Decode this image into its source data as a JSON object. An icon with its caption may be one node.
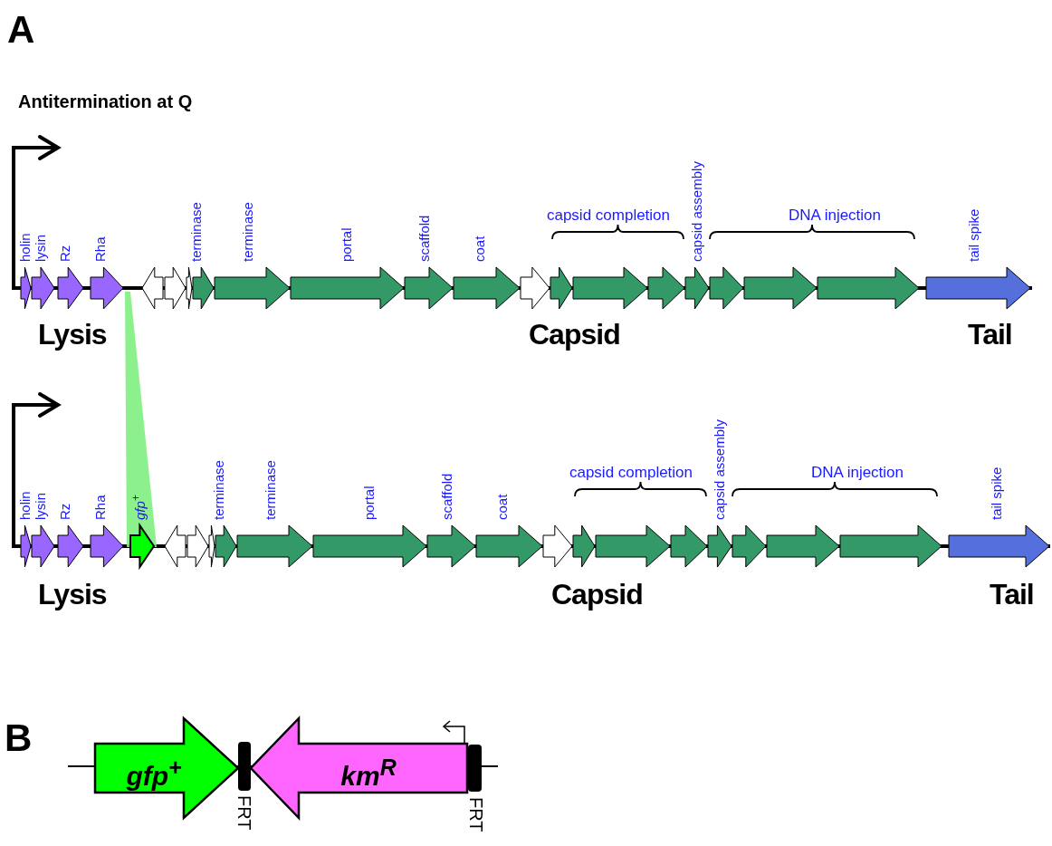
{
  "diagram": {
    "nodes": [
      {
        "text": [],
        "shape": "pentagon",
        "beside": [
          "holin"
        ]
      },
      {
        "text": [],
        "shape": "pentagon",
        "beside": [
          "lysin"
        ]
      },
      {
        "text": [],
        "shape": "pentagon",
        "beside": [
          "Rz"
        ]
      },
      {
        "text": [],
        "shape": "pentagon",
        "beside": [
          "Rha"
        ]
      },
      {
        "text": [],
        "shape": "pentagon"
      },
      {
        "text": [],
        "shape": "pentagon"
      },
      {
        "text": [],
        "shape": "pentagon"
      },
      {
        "text": [],
        "shape": "pentagon",
        "beside": [
          "terminase"
        ]
      },
      {
        "text": [],
        "shape": "pentagon",
        "beside": [
          "terminase"
        ]
      },
      {
        "text": [],
        "shape": "pentagon",
        "beside": [
          "portal"
        ]
      },
      {
        "text": [],
        "shape": "pentagon",
        "beside": [
          "scaffold"
        ]
      },
      {
        "text": [],
        "shape": "pentagon",
        "beside": [
          "coat"
        ]
      },
      {
        "text": [],
        "shape": "pentagon"
      },
      {
        "text": [],
        "shape": "pentagon"
      },
      {
        "text": [],
        "shape": "pentagon"
      },
      {
        "text": [],
        "shape": "pentagon"
      },
      {
        "text": [],
        "shape": "pentagon",
        "beside": [
          "capsid assembly"
        ]
      },
      {
        "text": [],
        "shape": "pentagon"
      },
      {
        "text": [],
        "shape": "pentagon"
      },
      {
        "text": [],
        "shape": "pentagon"
      },
      {
        "text": [],
        "shape": "pentagon",
        "beside": [
          "tail spike"
        ]
      },
      {
        "text": [],
        "shape": "pentagon",
        "beside": [
          "holin"
        ]
      },
      {
        "text": [],
        "shape": "pentagon",
        "beside": [
          "lysin"
        ]
      },
      {
        "text": [],
        "shape": "pentagon",
        "beside": [
          "Rz"
        ]
      },
      {
        "text": [],
        "shape": "pentagon",
        "beside": [
          "Rha"
        ]
      },
      {
        "text": [],
        "shape": "pentagon",
        "beside": [
          "gfp$^{+}$"
        ]
      },
      {
        "text": [],
        "shape": "pentagon"
      },
      {
        "text": [],
        "shape": "pentagon"
      },
      {
        "text": [],
        "shape": "pentagon"
      },
      {
        "text": [],
        "shape": "pentagon",
        "beside": [
          "terminase"
        ]
      },
      {
        "text": [],
        "shape": "pentagon",
        "beside": [
          "terminase"
        ]
      },
      {
        "text": [],
        "shape": "pentagon",
        "beside": [
          "portal"
        ]
      },
      {
        "text": [],
        "shape": "pentagon",
        "beside": [
          "scaffold"
        ]
      },
      {
        "text": [],
        "shape": "pentagon",
        "beside": [
          "coat"
        ]
      },
      {
        "text": [],
        "shape": "pentagon"
      },
      {
        "text": [],
        "shape": "pentagon"
      },
      {
        "text": [],
        "shape": "pentagon"
      },
      {
        "text": [],
        "shape": "pentagon"
      },
      {
        "text": [],
        "shape": "pentagon",
        "beside": [
          "capsid assembly"
        ]
      },
      {
        "text": [],
        "shape": "pentagon"
      },
      {
        "text": [],
        "shape": "pentagon"
      },
      {
        "text": [],
        "shape": "pentagon"
      },
      {
        "text": [],
        "shape": "pentagon",
        "beside": [
          "tail spike"
        ]
      },
      {
        "text": [
          "gfp$^{+}$"
        ]
      },
      {
        "text": [],
        "shape": "bar",
        "beside": [
          "FRT"
        ]
      },
      {
        "text": [
          "km$^{R}$"
        ]
      },
      {
        "text": [],
        "shape": "bar",
        "beside": [
          "FRT"
        ]
      }
    ],
    "labels": [
      "A",
      "Antitermination at Q",
      "capsid completion",
      "DNA injection",
      "Lysis",
      "Capsid",
      "Tail",
      "capsid completion",
      "DNA injection",
      "Lysis",
      "Capsid",
      "Tail",
      "B"
    ]
  }
}
